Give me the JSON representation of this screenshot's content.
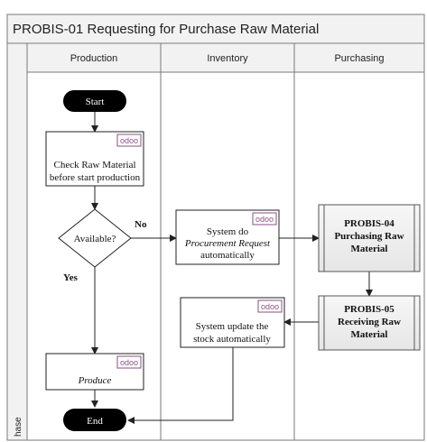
{
  "title": "PROBIS-01 Requesting for Purchase Raw Material",
  "side_label": "hase",
  "lanes": [
    {
      "label": "Production"
    },
    {
      "label": "Inventory"
    },
    {
      "label": "Purchasing"
    }
  ],
  "odoo_logo": "odoo",
  "nodes": {
    "start": "Start",
    "check_line1": "Check Raw Material",
    "check_line2": "before start production",
    "decision": "Available?",
    "procurement_line1": "System do",
    "procurement_line2": "Procurement Request",
    "procurement_line3": "automatically",
    "probis04_line1": "PROBIS-04",
    "probis04_line2": "Purchasing Raw",
    "probis04_line3": "Material",
    "probis05_line1": "PROBIS-05",
    "probis05_line2": "Receiving Raw",
    "probis05_line3": "Material",
    "update_line1": "System update the",
    "update_line2": "stock automatically",
    "produce": "Produce",
    "end": "End"
  },
  "edge_labels": {
    "no": "No",
    "yes": "Yes"
  }
}
